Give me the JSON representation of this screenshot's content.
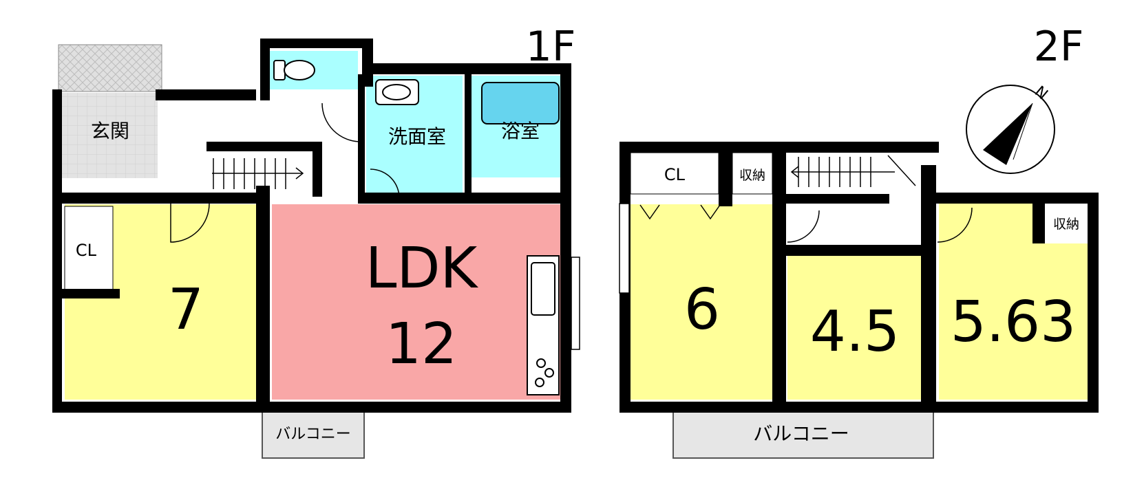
{
  "floors": {
    "first": {
      "label": "1F",
      "rooms": {
        "entrance": "玄関",
        "washroom": "洗面室",
        "bath": "浴室",
        "closet": "CL",
        "western": "7",
        "ldk_name": "LDK",
        "ldk_size": "12",
        "balcony": "バルコニー"
      }
    },
    "second": {
      "label": "2F",
      "rooms": {
        "closet": "CL",
        "storage_a": "収納",
        "storage_b": "収納",
        "room_a": "6",
        "room_b": "4.5",
        "room_c": "5.63",
        "balcony": "バルコニー"
      }
    }
  },
  "compass": {
    "north": "N"
  },
  "colors": {
    "western_room": "#ffff99",
    "ldk": "#f9a7a7",
    "wet_area": "#aaffff",
    "entrance": "#dcdcdc",
    "balcony": "#e6e6e6",
    "wall": "#000000"
  }
}
